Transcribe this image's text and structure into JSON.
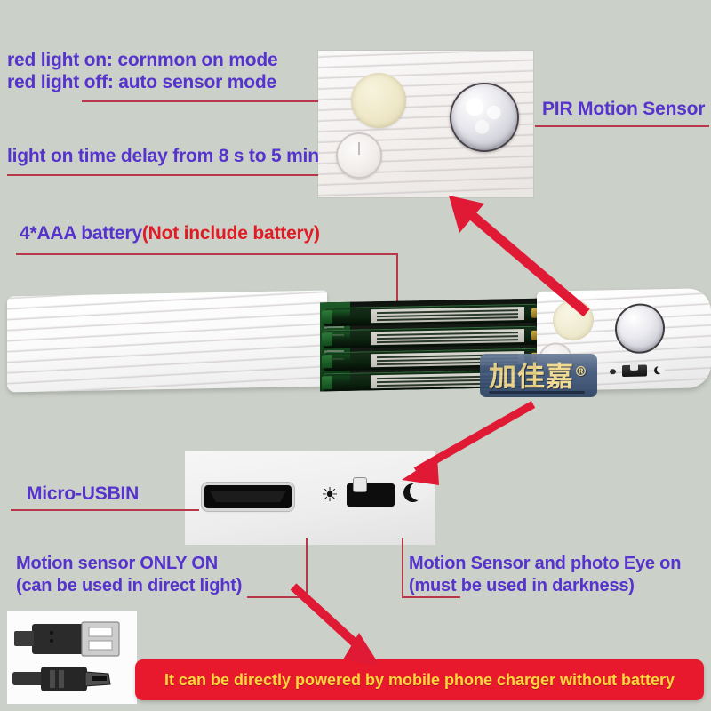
{
  "page": {
    "background_color": "#cbd0c8",
    "callout_text_color": "#5533cc",
    "highlight_color": "#e01b24",
    "arrow_color": "#e01934",
    "leader_color": "#b8384a"
  },
  "callouts": {
    "red_light_on": "red light on: cornmon on mode",
    "red_light_off": "red light off: auto sensor mode",
    "time_delay": "light on time delay from 8 s to 5 min",
    "pir_sensor": "PIR Motion Sensor",
    "battery_main": "4*AAA battery",
    "battery_note": "(Not include battery)",
    "micro_usb": "Micro-USBIN",
    "motion_only_line1": "Motion sensor ONLY ON",
    "motion_only_line2": "(can be used in direct light)",
    "motion_photo_line1": "Motion Sensor and photo Eye on",
    "motion_photo_line2": "(must be used in darkness)"
  },
  "banner": {
    "text": "It can be directly powered by mobile phone charger without battery",
    "background_color": "#e8192c",
    "text_color": "#ffd83d"
  },
  "watermark": {
    "brand": "加佳嘉",
    "registered": "®",
    "text_color": "#f2d98b",
    "background_color": "#2d4365"
  },
  "icons": {
    "sun": "☀",
    "moon": "moon-icon",
    "usb_port": "micro-usb-port",
    "pir_dome": "pir-dome-icon",
    "led_lamp": "led-lamp-icon",
    "delay_dial": "delay-dial-icon",
    "slider_switch": "slider-switch-icon"
  },
  "product": {
    "cover_label": "textured-white-cover",
    "battery_bay_label": "aaa-battery-compartment",
    "battery_count": 4,
    "battery_type": "AAA",
    "head_label": "sensor-head"
  },
  "cable_photo": {
    "connector_a": "usb-a-connector",
    "connector_b": "micro-usb-connector"
  }
}
